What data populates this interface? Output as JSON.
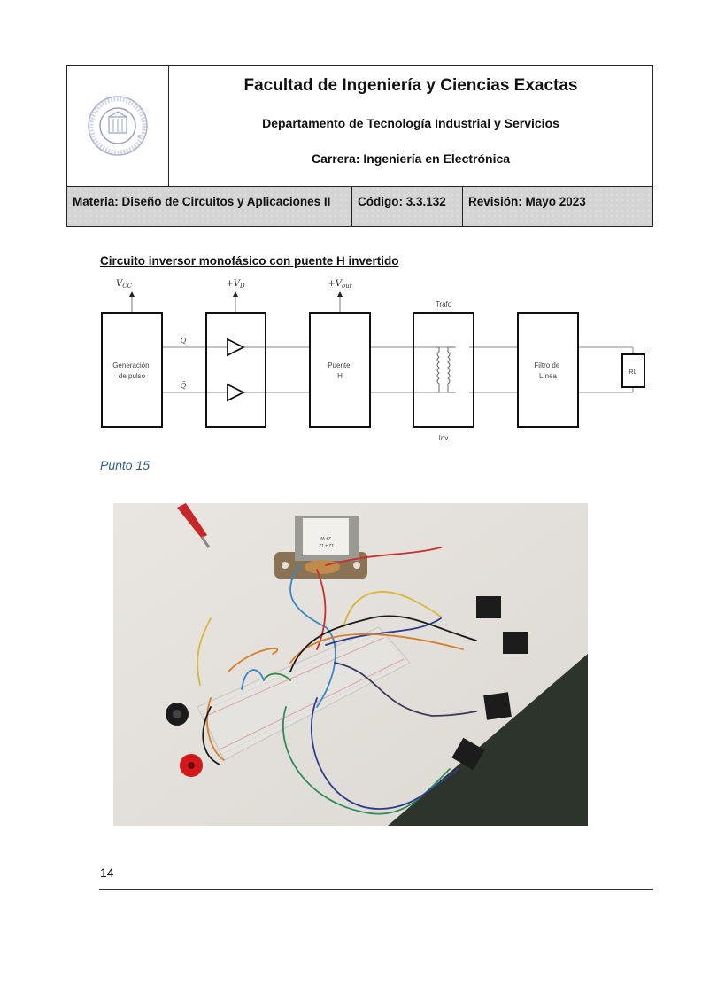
{
  "header": {
    "logo": {
      "icon": "university-seal-icon",
      "alt": "Universidad Argentina de la Empresa seal"
    },
    "title": "Facultad de Ingeniería y Ciencias Exactas",
    "department": "Departamento de Tecnología Industrial y Servicios",
    "career": "Carrera: Ingeniería en Electrónica",
    "subject": "Materia: Diseño de Circuitos y Aplicaciones II",
    "code": "Código: 3.3.132",
    "revision": "Revisión: Mayo 2023"
  },
  "section_title": "Circuito inversor monofásico con puente H invertido",
  "diagram": {
    "supplies": {
      "vcc": "V",
      "vcc_sub": "CC",
      "vd": "+V",
      "vd_sub": "D",
      "vout": "+V",
      "vout_sub": "out"
    },
    "blocks": {
      "pulse_gen": [
        "Generación",
        "de pulso"
      ],
      "driver": "",
      "h_bridge": [
        "Puente",
        "H"
      ],
      "transformer_top": "Trafo",
      "transformer_bottom": "Inv",
      "line_filter": [
        "Filtro de",
        "Línea"
      ],
      "load": "RL"
    },
    "signals": {
      "q": "Q",
      "q_bar": "Q̄"
    }
  },
  "subsection": "Punto 15",
  "photo": {
    "description": "Breadboard inverter prototype with transformer, four power transistors and jumper wires",
    "transformer_label": [
      "12 + 12",
      "24 W"
    ]
  },
  "footer": {
    "page_number": "14"
  }
}
